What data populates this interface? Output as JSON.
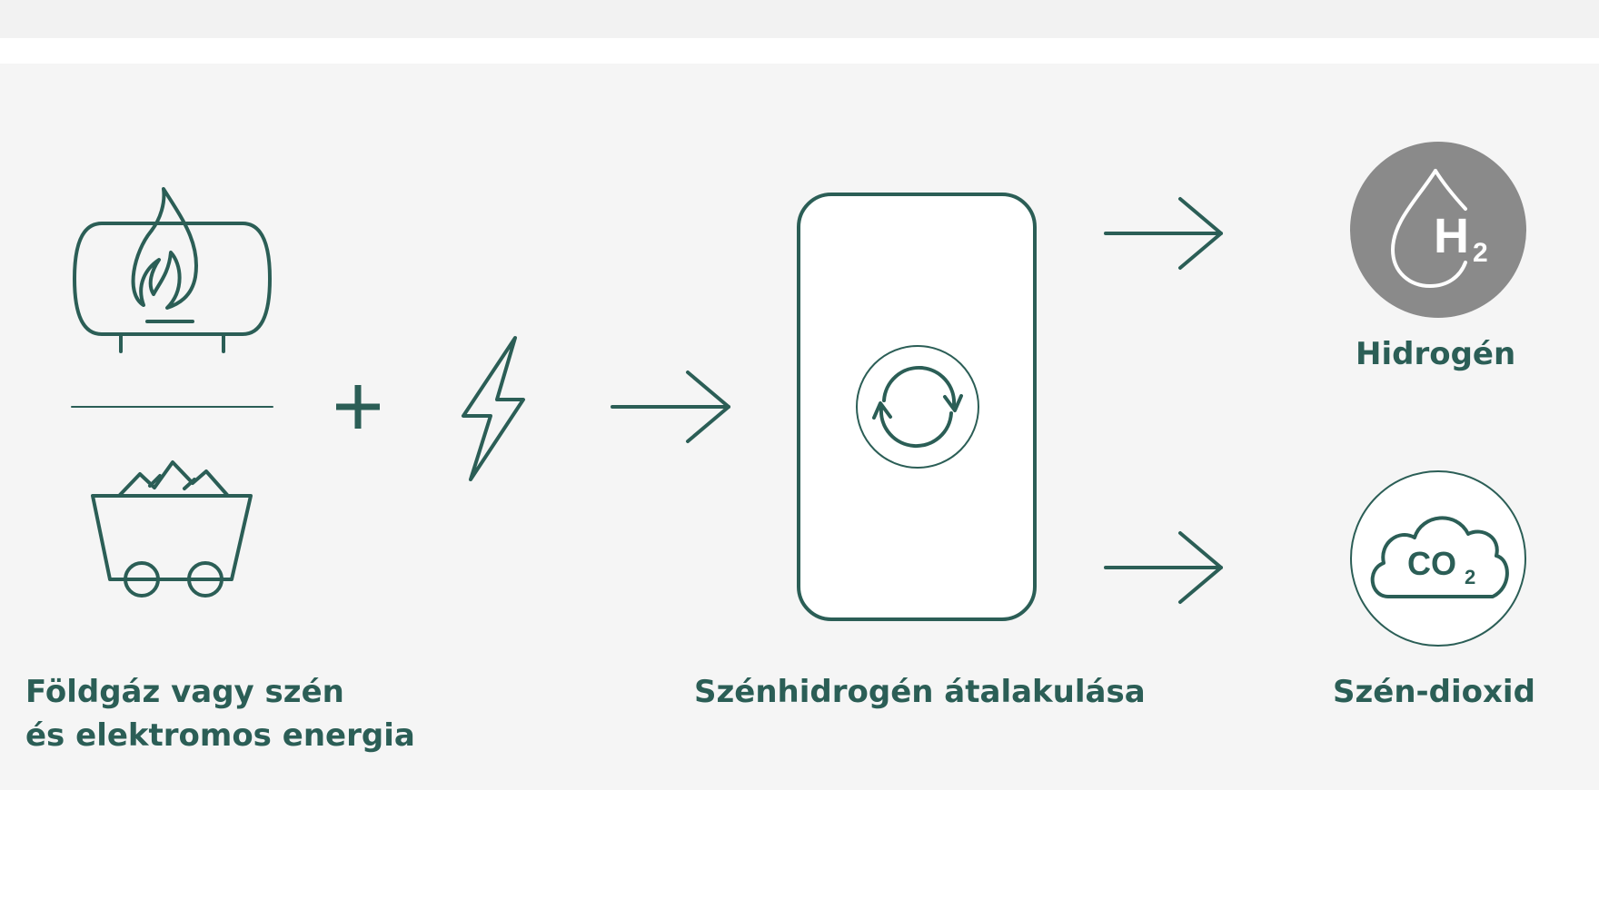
{
  "inputs": {
    "label_line1": "Földgáz vagy szén",
    "label_line2": "és elektromos energia",
    "icons": [
      "gas-tank-flame-icon",
      "coal-cart-icon",
      "lightning-icon"
    ],
    "operator": "+"
  },
  "process": {
    "label": "Szénhidrogén átalakulása",
    "icon": "refresh-cycle-icon"
  },
  "outputs": {
    "hydrogen": {
      "label": "Hidrogén",
      "icon_text_main": "H",
      "icon_text_sub": "2",
      "icon": "hydrogen-drop-icon"
    },
    "co2": {
      "label": "Szén-dioxid",
      "icon_text_main": "CO",
      "icon_text_sub": "2",
      "icon": "co2-cloud-icon"
    }
  },
  "colors": {
    "primary": "#2b5e56",
    "hydrogen_circle": "#8a8a8a",
    "background": "#f5f5f5"
  }
}
